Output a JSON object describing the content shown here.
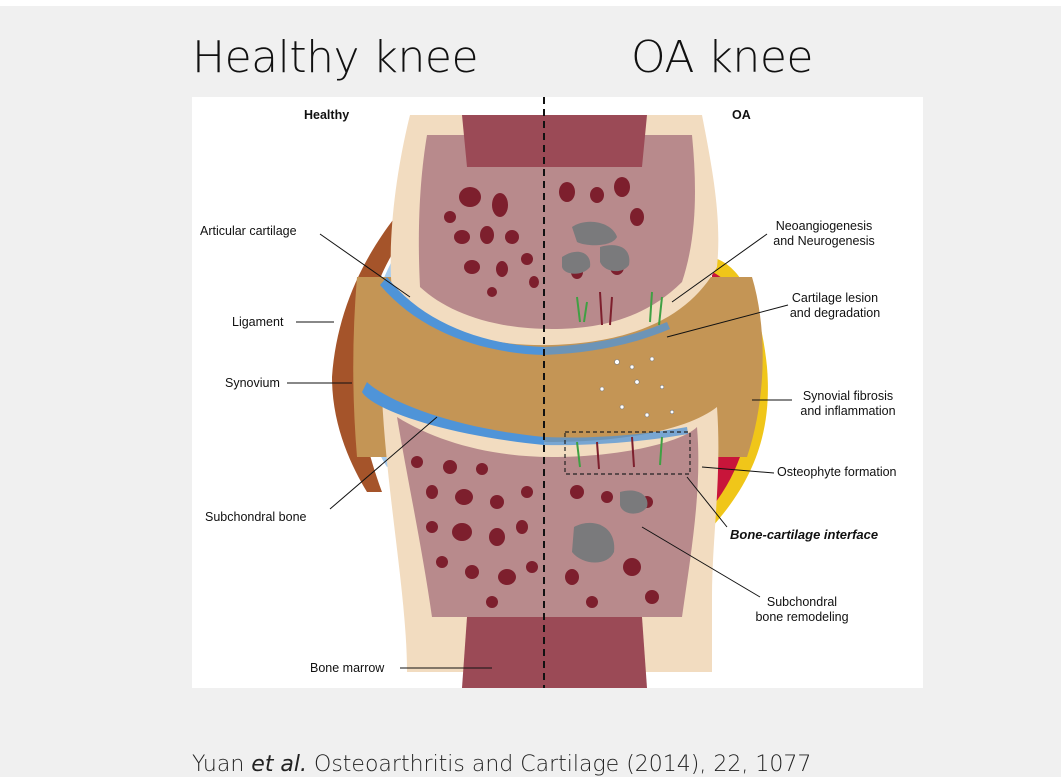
{
  "titles": {
    "left": "Healthy knee",
    "right": "OA knee"
  },
  "panel_headers": {
    "healthy": "Healthy",
    "oa": "OA"
  },
  "labels_left": {
    "articular_cartilage": "Articular cartilage",
    "ligament": "Ligament",
    "synovium": "Synovium",
    "subchondral_bone": "Subchondral bone",
    "bone_marrow": "Bone marrow"
  },
  "labels_right": {
    "neoangiogenesis_1": "Neoangiogenesis",
    "neoangiogenesis_2": "and Neurogenesis",
    "cartilage_lesion_1": "Cartilage lesion",
    "cartilage_lesion_2": "and degradation",
    "synovial_fibrosis_1": "Synovial fibrosis",
    "synovial_fibrosis_2": "and inflammation",
    "osteophyte": "Osteophyte formation",
    "bone_cartilage_interface": "Bone-cartilage interface",
    "subchondral_remodeling_1": "Subchondral",
    "subchondral_remodeling_2": "bone remodeling"
  },
  "citation": {
    "author": "Yuan ",
    "etal": "et al.",
    "rest": " Osteoarthritis and Cartilage (2014), 22, 1077"
  },
  "colors": {
    "bone_outer": "#f2dcc0",
    "bone_inner": "#b88a8c",
    "marrow_dark": "#7d1f2d",
    "marrow_band": "#9b4a56",
    "joint_space": "#c49555",
    "cartilage_blue": "#4f94d8",
    "ligament_brown": "#a5542a",
    "synovium_lightblue": "#a9cdee",
    "oa_yellow": "#f0c619",
    "oa_red": "#c8153a",
    "remodel_gray": "#7a7a7c",
    "vessel_green": "#3fa043"
  }
}
